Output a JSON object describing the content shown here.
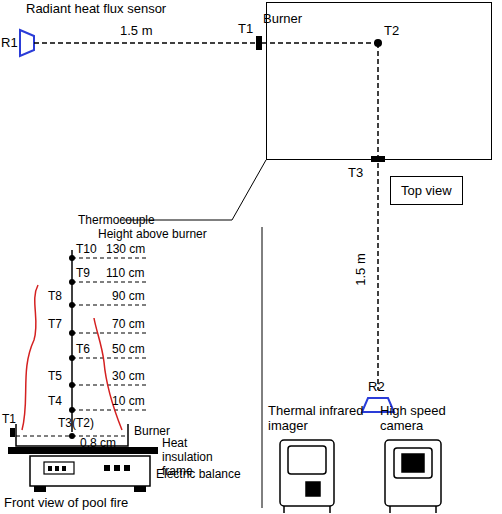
{
  "diagram": {
    "nodes": [
      {
        "text": [
          "Burner"
        ]
      },
      {
        "text": [
          "Top view"
        ]
      }
    ],
    "labels": [
      "Radiant heat flux sensor",
      "R1",
      "1.5 m",
      "T1",
      "T2",
      "T3",
      "1.5 m",
      "R2",
      "Thermal infrared imager",
      "High speed camera",
      "Thermocouple",
      "Height above burner",
      "T10",
      "130 cm",
      "T9",
      "110 cm",
      "T8",
      "90 cm",
      "T7",
      "70 cm",
      "T6",
      "50 cm",
      "T5",
      "30 cm",
      "T4",
      "10 cm",
      "T1",
      "T3(T2)",
      "0.8 cm",
      "Burner",
      "Heat insulation frame",
      "Electric balance",
      "Front view of pool fire"
    ]
  }
}
